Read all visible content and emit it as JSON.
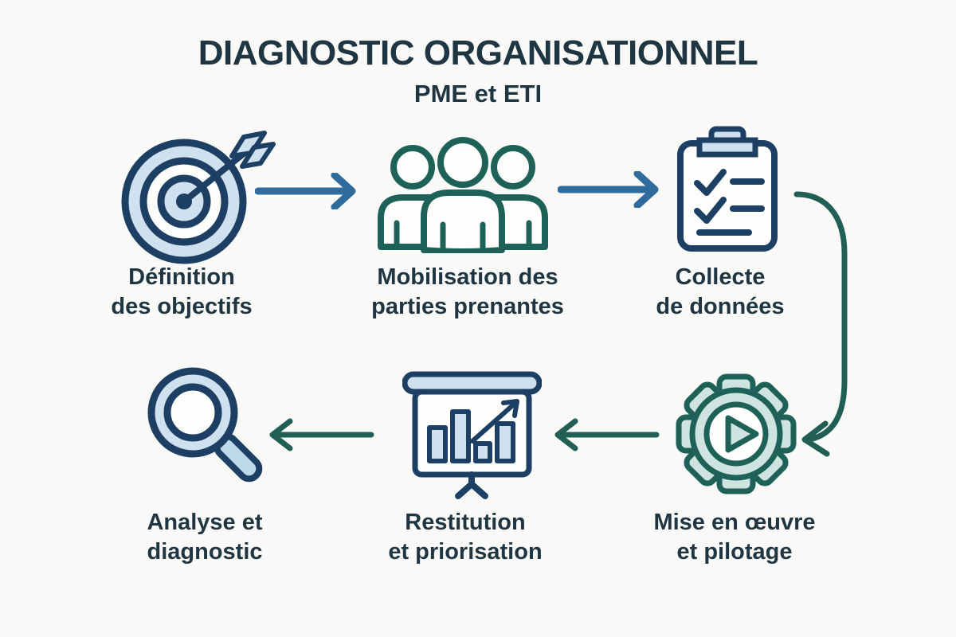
{
  "title": "DIAGNOSTIC ORGANISATIONNEL",
  "subtitle": "PME et ETI",
  "steps": [
    {
      "id": 1,
      "icon": "target-icon",
      "label": "Définition\ndes objectifs"
    },
    {
      "id": 2,
      "icon": "people-icon",
      "label": "Mobilisation des\nparties prenantes"
    },
    {
      "id": 3,
      "icon": "clipboard-checklist-icon",
      "label": "Collecte\nde données"
    },
    {
      "id": 4,
      "icon": "gear-play-icon",
      "label": "Mise en œuvre\net pilotage"
    },
    {
      "id": 5,
      "icon": "presentation-chart-icon",
      "label": "Restitution\net priorisation"
    },
    {
      "id": 6,
      "icon": "magnifier-icon",
      "label": "Analyse et\ndiagnostic"
    }
  ],
  "flow": {
    "row1_direction": "left-to-right",
    "row2_direction": "right-to-left",
    "connector": "curved-arrow-from-step-3-down-to-step-4"
  },
  "colors": {
    "background": "#f9f9f7",
    "text": "#1f3642",
    "navy_outline": "#1c3f63",
    "light_blue_fill": "#cfe0ee",
    "teal_outline": "#1e6159",
    "light_teal_fill": "#cfe3e0",
    "arrow_blue": "#2f6b9c",
    "arrow_teal": "#215e53",
    "icon_inner_white": "#fdfdfb"
  }
}
